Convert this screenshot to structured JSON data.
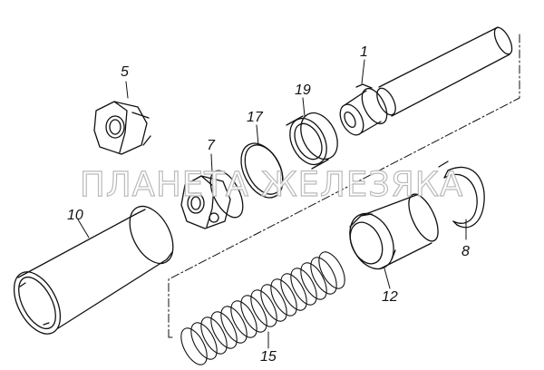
{
  "callouts": [
    {
      "id": "1",
      "label": "1"
    },
    {
      "id": "5",
      "label": "5"
    },
    {
      "id": "19",
      "label": "19"
    },
    {
      "id": "17",
      "label": "17"
    },
    {
      "id": "7",
      "label": "7"
    },
    {
      "id": "10",
      "label": "10"
    },
    {
      "id": "8",
      "label": "8"
    },
    {
      "id": "12",
      "label": "12"
    },
    {
      "id": "15",
      "label": "15"
    }
  ],
  "watermark": "ПЛАНЕТА ЖЕЛЕЗЯКА",
  "colors": {
    "line": "#111111",
    "paper": "#ffffff",
    "watermark_stroke": "#b5b5b5"
  }
}
